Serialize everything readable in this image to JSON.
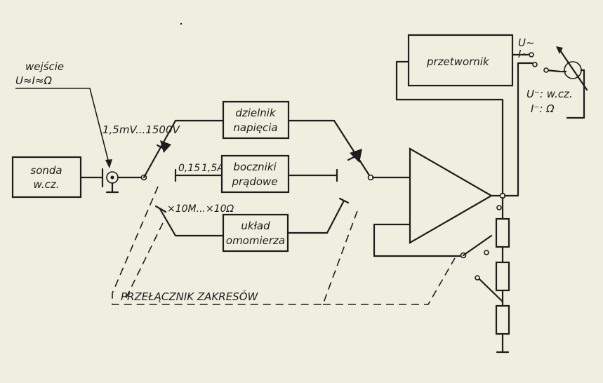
{
  "input": {
    "line1": "wejście",
    "line2": "U≈I≈Ω"
  },
  "probe": {
    "line1": "sonda",
    "line2": "w.cz."
  },
  "range_voltage": "1,5mV...1500V",
  "divider": {
    "line1": "dzielnik",
    "line2": "napięcia"
  },
  "shunt_range": {
    "a": "0,15",
    "b": "1,5A"
  },
  "shunts": {
    "line1": "boczniki",
    "line2": "prądowe"
  },
  "ohm_range": "×10M...×10Ω",
  "ohmmeter": {
    "line1": "układ",
    "line2": "omomierza"
  },
  "switch_label": "PRZEŁĄCZNIK ZAKRESÓW",
  "converter": "przetwornik",
  "modes": {
    "u_ac": "U~",
    "i_ac": "I~",
    "u_dc": "U⁻: w.cz.",
    "i_dc": "I⁻: Ω"
  }
}
